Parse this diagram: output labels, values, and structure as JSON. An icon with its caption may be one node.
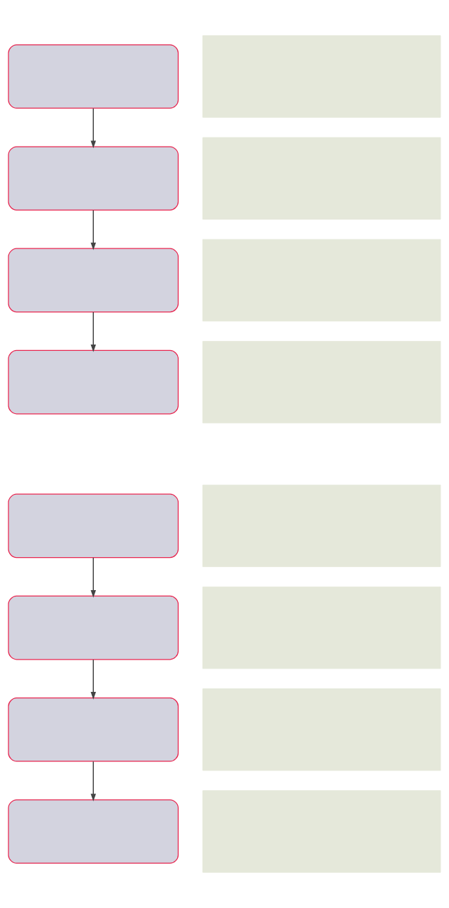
{
  "diagram": {
    "nodes": [
      {
        "text": [],
        "shape": "box"
      },
      {
        "text": [],
        "shape": "box"
      },
      {
        "text": [],
        "shape": "box"
      },
      {
        "text": [],
        "shape": "box"
      },
      {
        "text": [],
        "shape": "box"
      },
      {
        "text": [],
        "shape": "box"
      },
      {
        "text": [],
        "shape": "box"
      },
      {
        "text": [],
        "shape": "box"
      },
      {
        "text": [],
        "shape": "box"
      },
      {
        "text": [],
        "shape": "box"
      },
      {
        "text": [],
        "shape": "box"
      },
      {
        "text": [],
        "shape": "box"
      },
      {
        "text": [],
        "shape": "box"
      },
      {
        "text": [],
        "shape": "box"
      },
      {
        "text": [],
        "shape": "box"
      },
      {
        "text": [],
        "shape": "box"
      }
    ],
    "edges": [
      {
        "from": 0,
        "to": 2,
        "arrow": "to"
      },
      {
        "from": 2,
        "to": 4,
        "arrow": "to"
      },
      {
        "from": 4,
        "to": 6,
        "arrow": "to"
      },
      {
        "from": 8,
        "to": 10,
        "arrow": "to"
      },
      {
        "from": 10,
        "to": 12,
        "arrow": "to"
      },
      {
        "from": 12,
        "to": 14,
        "arrow": "to"
      }
    ]
  }
}
